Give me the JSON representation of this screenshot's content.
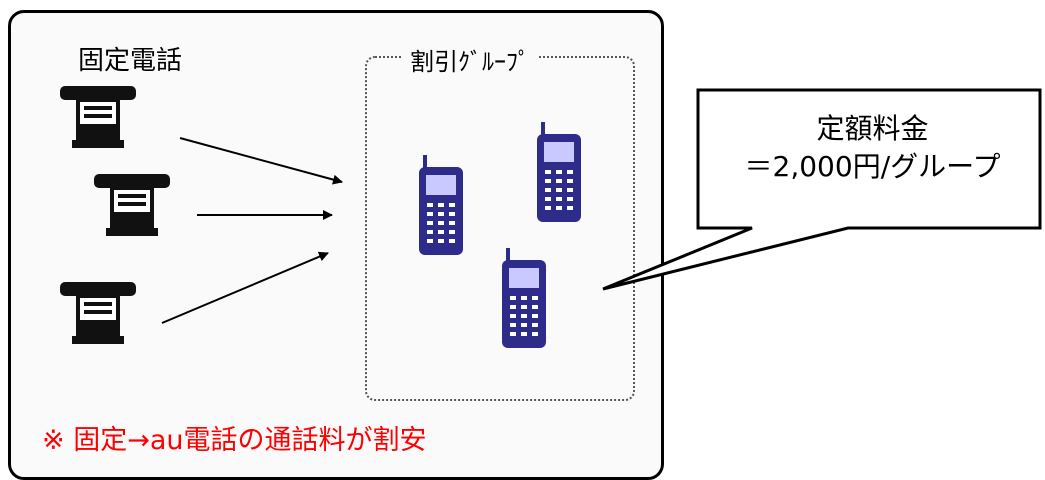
{
  "diagram": {
    "fixed_phone_label": "固定電話",
    "group_label": "割引ｸﾞﾙｰﾌﾟ",
    "callout_line1": "定額料金",
    "callout_line2": "＝2,000円/グループ",
    "note": "※ 固定→au電話の通話料が割安",
    "colors": {
      "phone": "#2e2c8a",
      "note": "#ff0000",
      "line": "#000000"
    }
  }
}
